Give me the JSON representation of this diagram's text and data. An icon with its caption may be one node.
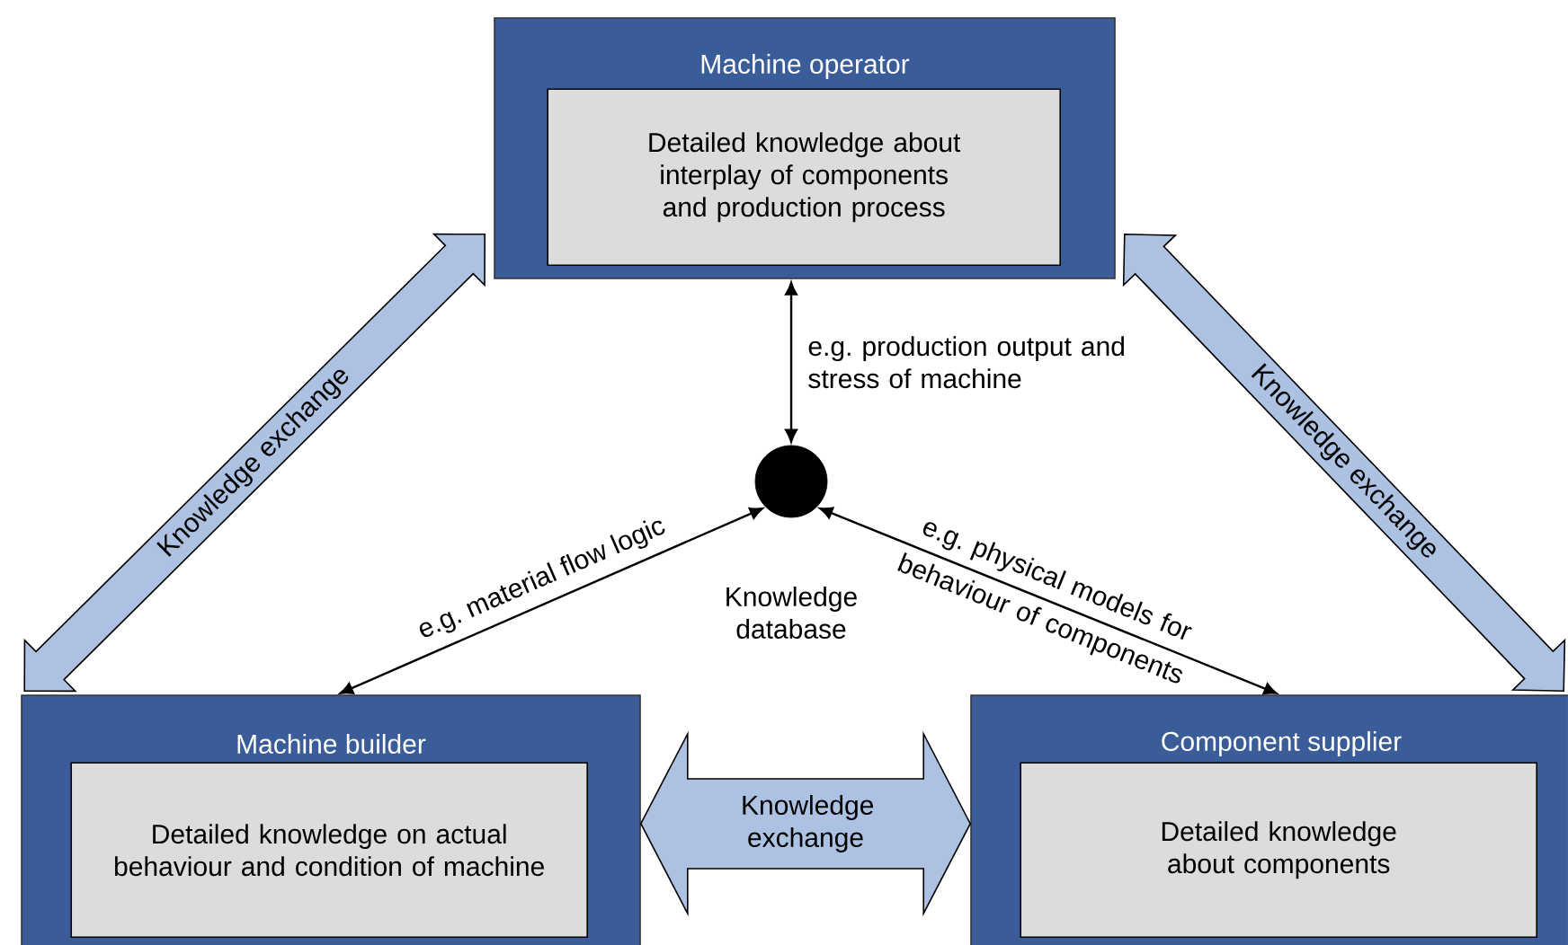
{
  "diagram": {
    "nodes": [
      {
        "text": [
          "Machine operator"
        ]
      },
      {
        "text": [
          "Detailed knowledge about interplay of components and production process"
        ],
        "in": 0
      },
      {
        "text": [],
        "shape": "circle",
        "beside": [
          "Knowledge database"
        ]
      },
      {
        "text": [
          "Machine builder"
        ]
      },
      {
        "text": [
          "Detailed knowledge on actual behaviour and condition of machine"
        ],
        "in": 3
      },
      {
        "text": [
          "Component supplier"
        ]
      },
      {
        "text": [
          "Detailed knowledge about components"
        ],
        "in": 5
      }
    ],
    "edges": [
      {
        "from": 0,
        "to": 2,
        "arrow": "both",
        "label": "e.g. production output and stress of machine"
      },
      {
        "from": 2,
        "to": 3,
        "arrow": "both",
        "label": "e.g. material flow logic"
      },
      {
        "from": 2,
        "to": 5,
        "arrow": "both",
        "label": "e.g. physical models for behaviour of components"
      },
      {
        "from": 3,
        "to": 0,
        "arrow": "both",
        "label": "Knowledge exchange",
        "style": "thick",
        "color": "#adc2e2"
      },
      {
        "from": 0,
        "to": 5,
        "arrow": "both",
        "label": "Knowledge exchange",
        "style": "thick",
        "color": "#adc2e2"
      },
      {
        "from": 3,
        "to": 5,
        "arrow": "both",
        "label": "Knowledge exchange",
        "style": "thick",
        "color": "#adc2e2"
      }
    ]
  }
}
